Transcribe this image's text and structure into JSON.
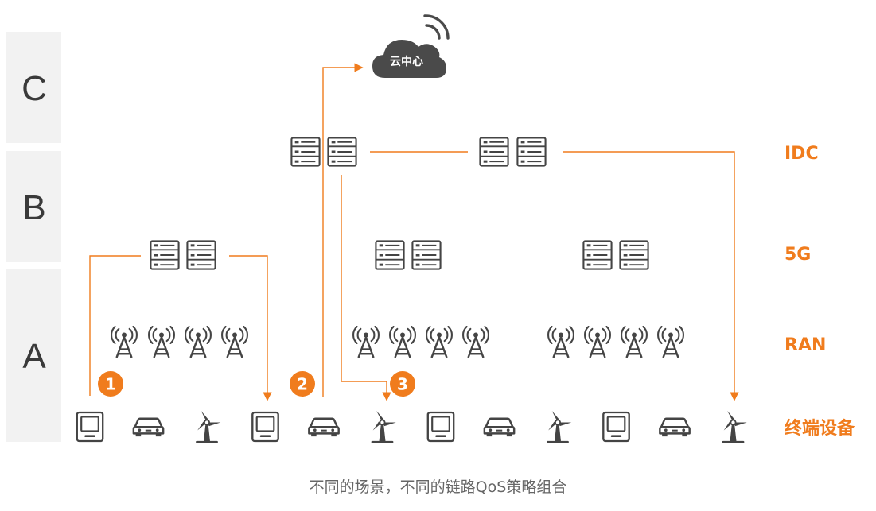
{
  "tiers": [
    "C",
    "B",
    "A"
  ],
  "layers": [
    "IDC",
    "5G",
    "RAN",
    "终端设备"
  ],
  "cloud": {
    "label": "云中心"
  },
  "badges": [
    "1",
    "2",
    "3"
  ],
  "terminal_devices": [
    "terminal",
    "car",
    "windmill",
    "terminal",
    "car",
    "windmill",
    "terminal",
    "car",
    "windmill",
    "terminal",
    "car",
    "windmill"
  ],
  "icons": {
    "server": "server-rack-icon",
    "tower": "antenna-tower-icon",
    "cloud": "cloud-icon",
    "terminal": "terminal-icon",
    "car": "car-icon",
    "windmill": "windmill-icon"
  },
  "caption": "不同的场景，不同的链路QoS策略组合",
  "colors": {
    "accent": "#f07c1d",
    "icon": "#444444",
    "panel": "#f2f2f2",
    "cloud": "#4a4a4a"
  }
}
